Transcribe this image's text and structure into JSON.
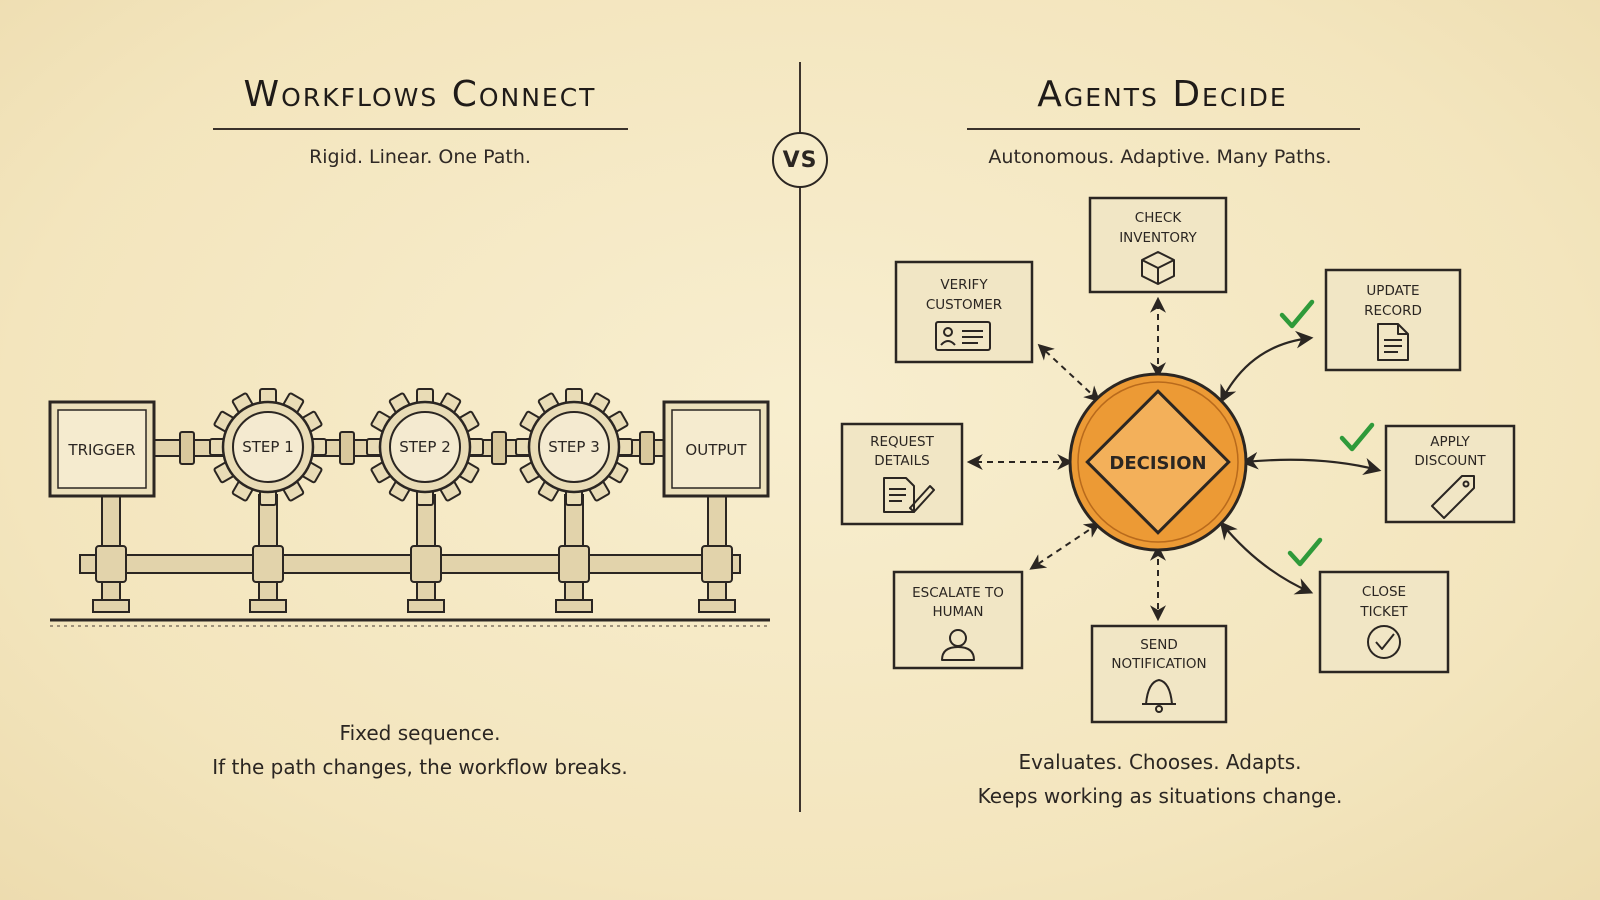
{
  "left": {
    "title": "Workflows Connect",
    "subtitle": "Rigid. Linear. One Path.",
    "nodes": [
      "TRIGGER",
      "STEP 1",
      "STEP 2",
      "STEP 3",
      "OUTPUT"
    ],
    "caption_line1": "Fixed sequence.",
    "caption_line2": "If the path changes, the workflow breaks."
  },
  "vs_label": "VS",
  "right": {
    "title": "Agents Decide",
    "subtitle": "Autonomous. Adaptive. Many Paths.",
    "center": "DECISION",
    "nodes": {
      "check_inventory": [
        "CHECK",
        "INVENTORY"
      ],
      "verify_customer": [
        "VERIFY",
        "CUSTOMER"
      ],
      "update_record": [
        "UPDATE",
        "RECORD"
      ],
      "request_details": [
        "REQUEST",
        "DETAILS"
      ],
      "apply_discount": [
        "APPLY",
        "DISCOUNT"
      ],
      "escalate_to_human": [
        "ESCALATE TO",
        "HUMAN"
      ],
      "send_notification": [
        "SEND",
        "NOTIFICATION"
      ],
      "close_ticket": [
        "CLOSE",
        "TICKET"
      ]
    },
    "caption_line1": "Evaluates. Chooses. Adapts.",
    "caption_line2": "Keeps working as situations change."
  },
  "colors": {
    "background": "#f5e9c4",
    "ink": "#2b2622",
    "decision_orange": "#ec9a35",
    "check_green": "#2f9a3a"
  }
}
